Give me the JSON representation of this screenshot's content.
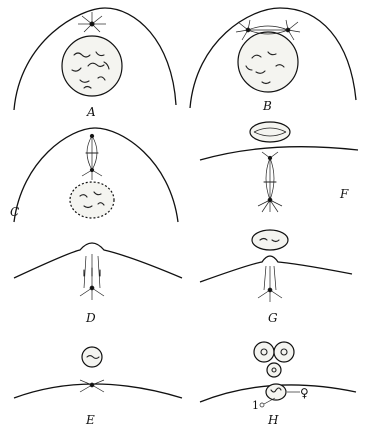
{
  "panels": [
    {
      "label": "A"
    },
    {
      "label": "B"
    },
    {
      "label": "C"
    },
    {
      "label": "F"
    },
    {
      "label": "D"
    },
    {
      "label": "G"
    },
    {
      "label": "E"
    },
    {
      "label": "H"
    }
  ],
  "annotations": {
    "h_marker_1": "1",
    "h_female_symbol": "♀"
  }
}
